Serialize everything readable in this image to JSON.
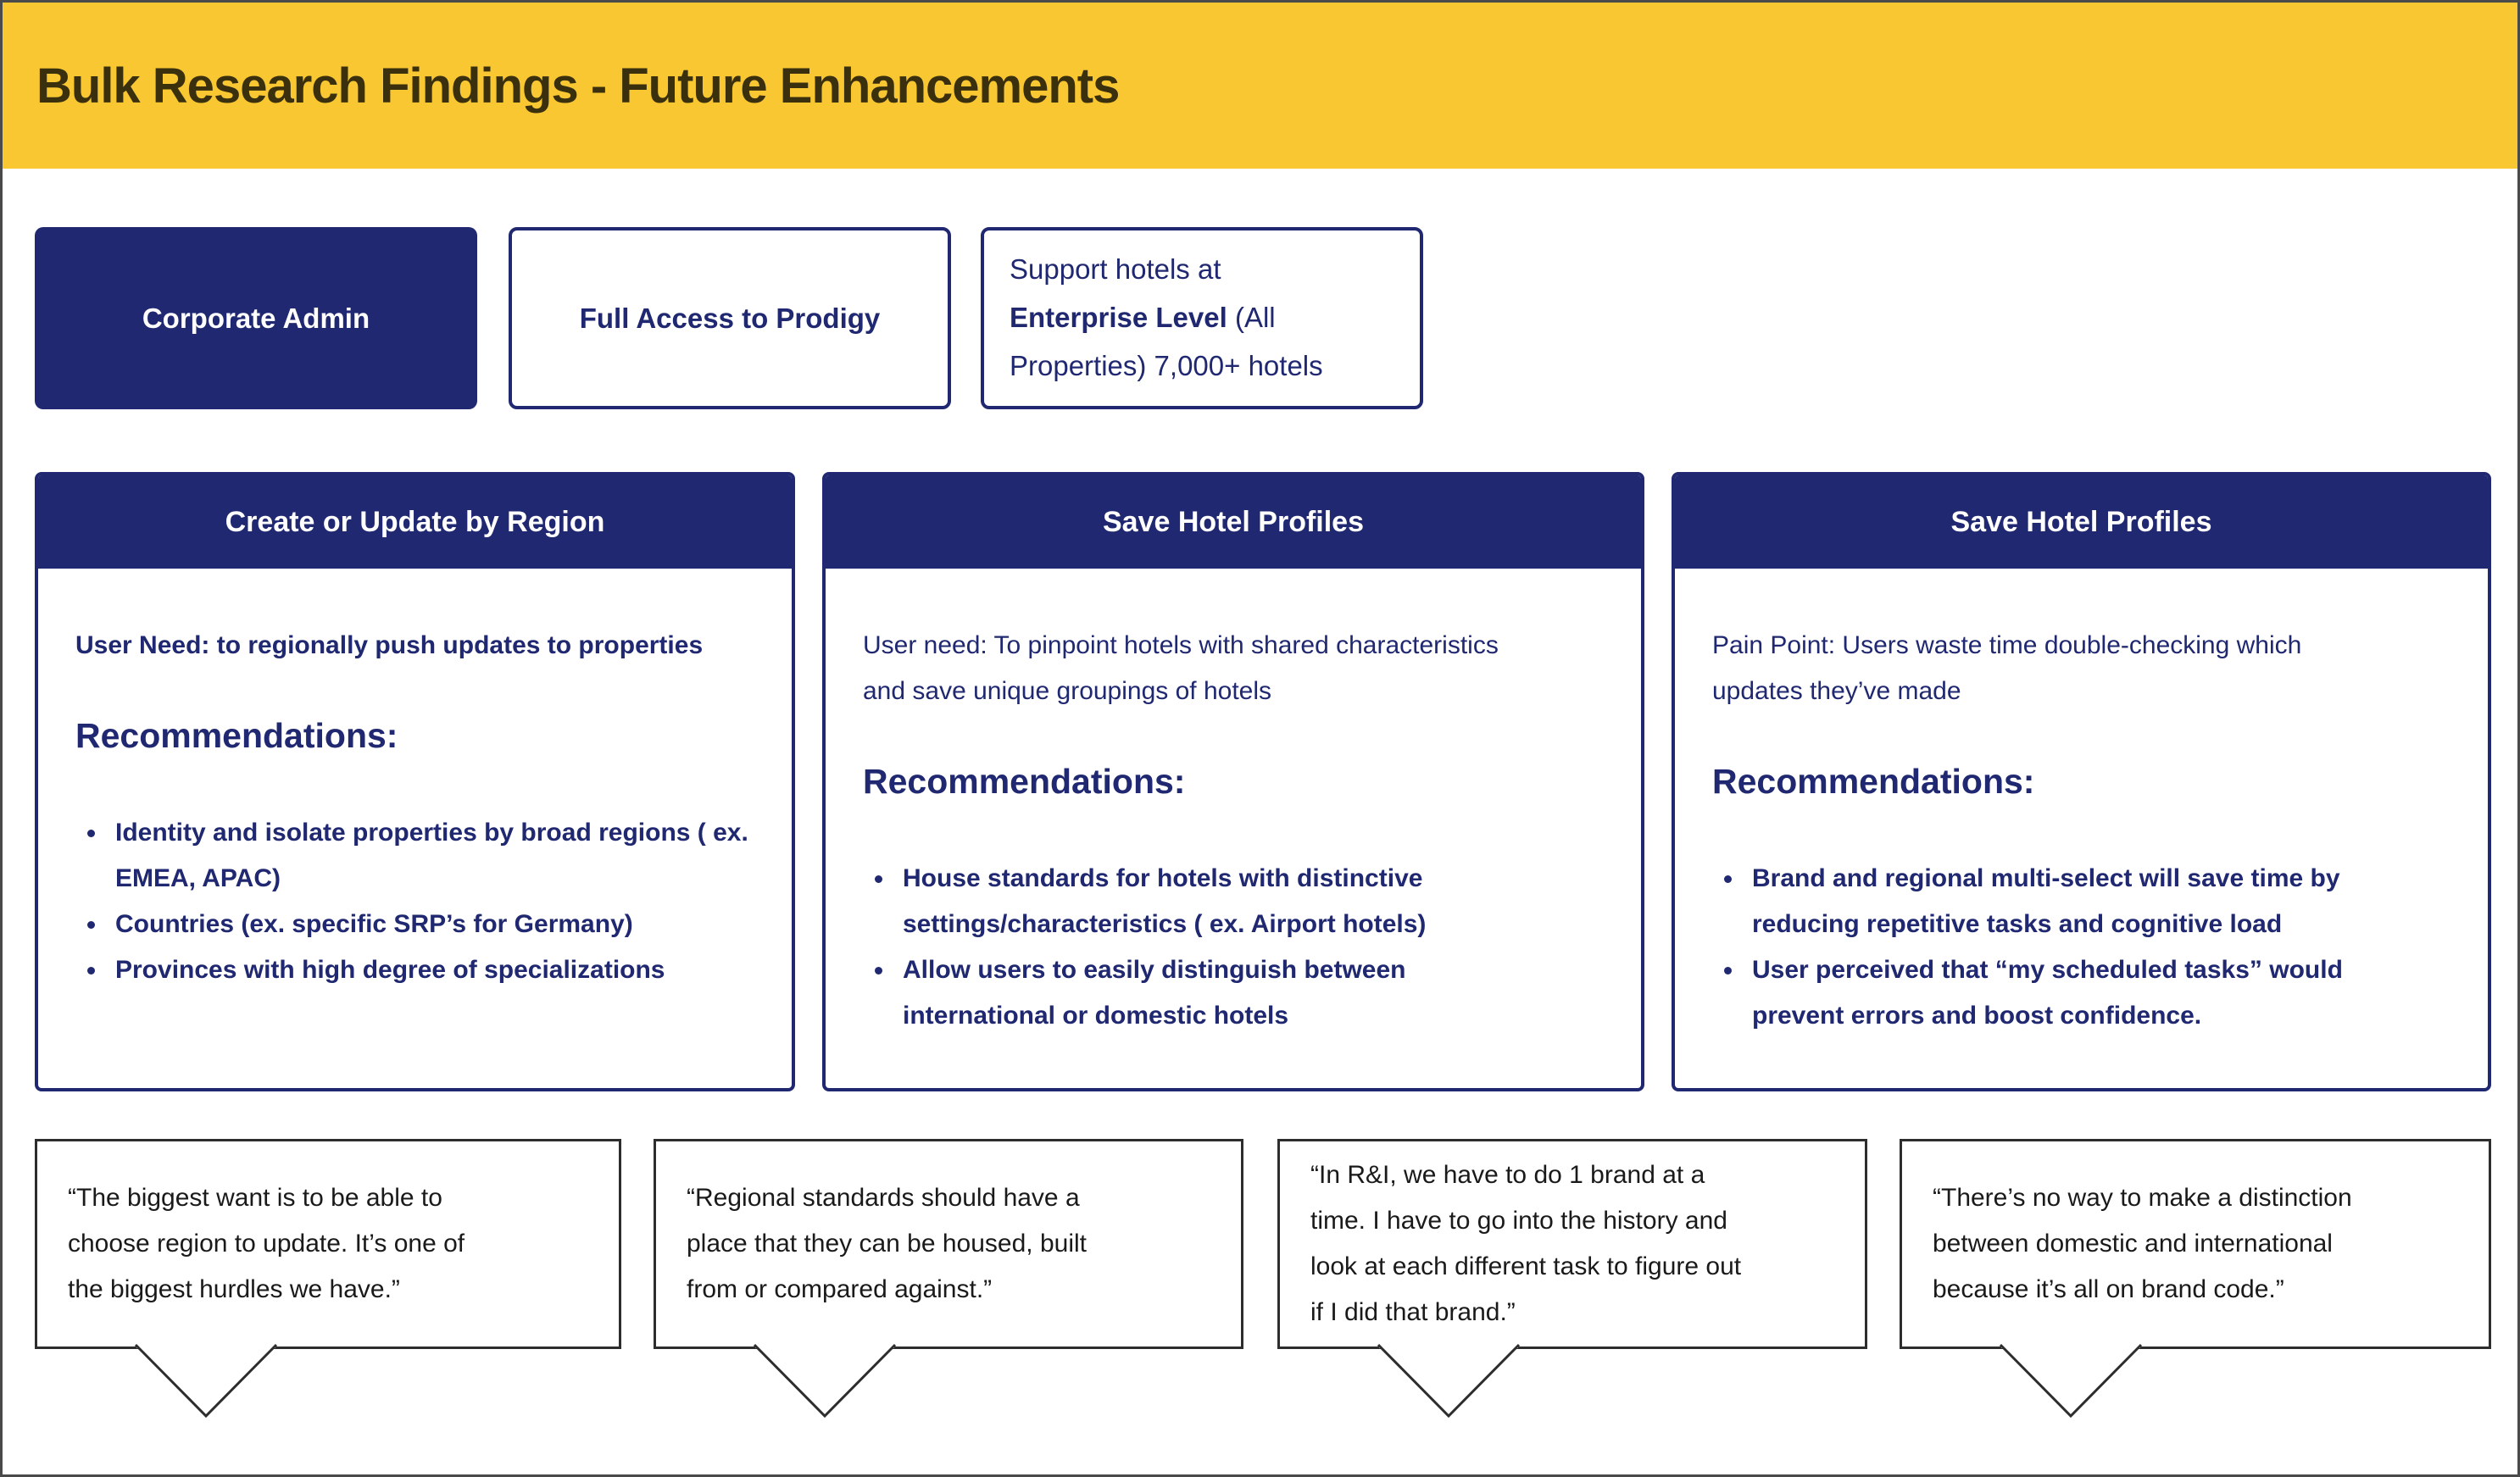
{
  "title": "Bulk Research Findings - Future Enhancements",
  "colors": {
    "title_bar_yellow": "#F8C732",
    "title_text": "#3A300D",
    "navy": "#1F2870",
    "quote_border": "#2D2D2D",
    "quote_text": "#1A1A1A",
    "page_border": "#4A4A4A"
  },
  "top_boxes": [
    {
      "label": "Corporate Admin"
    },
    {
      "label": "Full Access to Prodigy"
    },
    {
      "line1": "Support hotels at",
      "line2_bold": "Enterprise Level",
      "line2_rest": " (All",
      "line3": "Properties) 7,000+ hotels"
    }
  ],
  "cards": [
    {
      "header": "Create or Update by Region",
      "intro": "User Need: to regionally push updates to properties",
      "recommendations_label": "Recommendations:",
      "bullets": [
        "Identity and isolate properties by broad regions ( ex. EMEA, APAC)",
        "Countries (ex. specific SRP’s for Germany)",
        "Provinces with high degree of specializations"
      ]
    },
    {
      "header": "Save Hotel Profiles",
      "intro": "User need: To pinpoint hotels with shared characteristics and save unique groupings of hotels",
      "recommendations_label": "Recommendations:",
      "bullets": [
        "House standards for hotels with distinctive settings/characteristics ( ex. Airport hotels)",
        "Allow users to easily distinguish between international or domestic hotels"
      ]
    },
    {
      "header": "Save Hotel Profiles",
      "intro": "Pain Point: Users waste time double-checking which updates they’ve made",
      "recommendations_label": "Recommendations:",
      "bullets": [
        "Brand and regional multi-select will save time by reducing repetitive tasks and cognitive load",
        "User perceived that “my scheduled tasks” would prevent errors and boost confidence."
      ]
    }
  ],
  "quotes": [
    {
      "lines": [
        "“The biggest want is to be able to",
        "choose region to update. It’s one of",
        "the biggest hurdles we have.”"
      ]
    },
    {
      "lines": [
        "“Regional standards should have a",
        "place that they can be housed, built",
        "from or compared against.”"
      ]
    },
    {
      "lines": [
        "“In R&I, we have to do 1 brand at a",
        "time. I have to go into the history and",
        "look at each different task to figure out",
        "if I did that brand.”"
      ]
    },
    {
      "lines": [
        "“There’s no way to make a distinction",
        "between domestic and international",
        "because it’s all on brand code.”"
      ]
    }
  ]
}
